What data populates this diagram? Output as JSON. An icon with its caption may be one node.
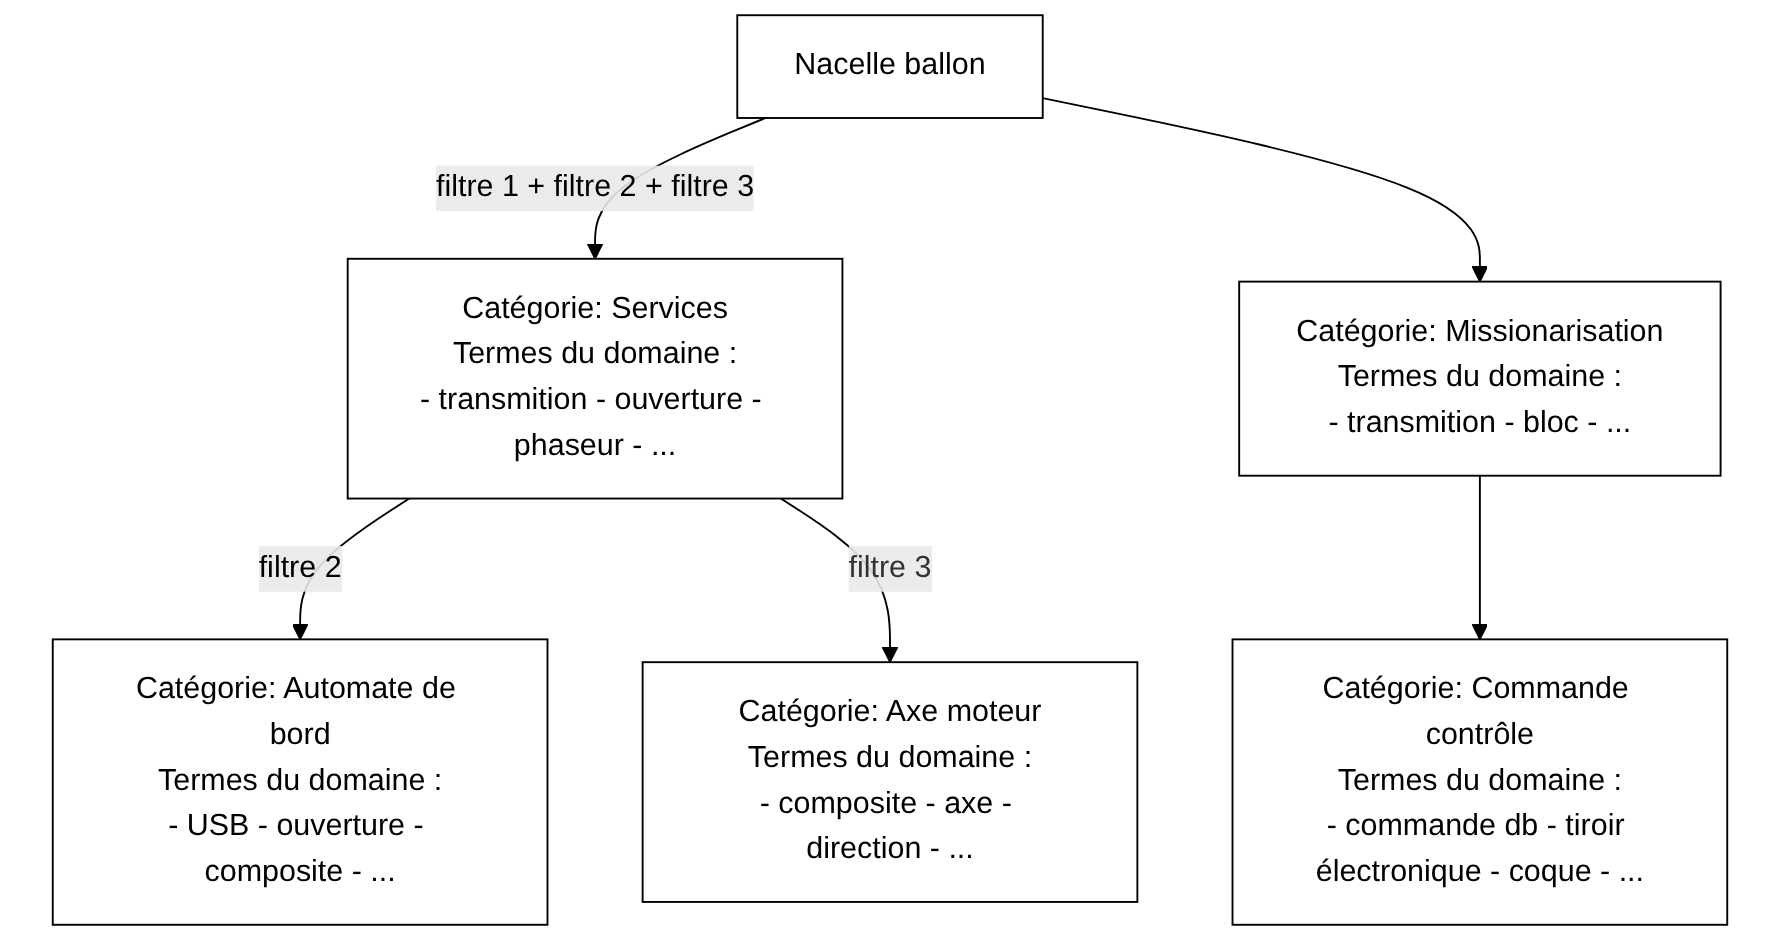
{
  "diagram": {
    "nodes": [
      {
        "text": [
          "Nacelle ballon"
        ]
      },
      {
        "text": [
          "Catégorie: Services",
          "Termes du domaine :",
          "- transmition - ouverture - phaseur - ..."
        ]
      },
      {
        "text": [
          "Catégorie: Missionarisation",
          "Termes du domaine :",
          "- transmition - bloc - ..."
        ]
      },
      {
        "text": [
          "Catégorie: Automate de bord",
          "Termes du domaine :",
          "- USB - ouverture - composite - ..."
        ]
      },
      {
        "text": [
          "Catégorie: Axe moteur",
          "Termes du domaine :",
          "- composite - axe - direction - ..."
        ]
      },
      {
        "text": [
          "Catégorie: Commande contrôle",
          "Termes du domaine :",
          "- commande db - tiroir électronique - coque - ..."
        ]
      }
    ],
    "edges": [
      {
        "from": 0,
        "to": 1,
        "arrow": "to",
        "label": "filtre 1 + filtre 2 + filtre 3"
      },
      {
        "from": 0,
        "to": 2,
        "arrow": "to"
      },
      {
        "from": 1,
        "to": 3,
        "arrow": "to",
        "label": "filtre 2"
      },
      {
        "from": 1,
        "to": 4,
        "arrow": "to",
        "label": "filtre 3"
      },
      {
        "from": 2,
        "to": 5,
        "arrow": "to"
      }
    ]
  }
}
